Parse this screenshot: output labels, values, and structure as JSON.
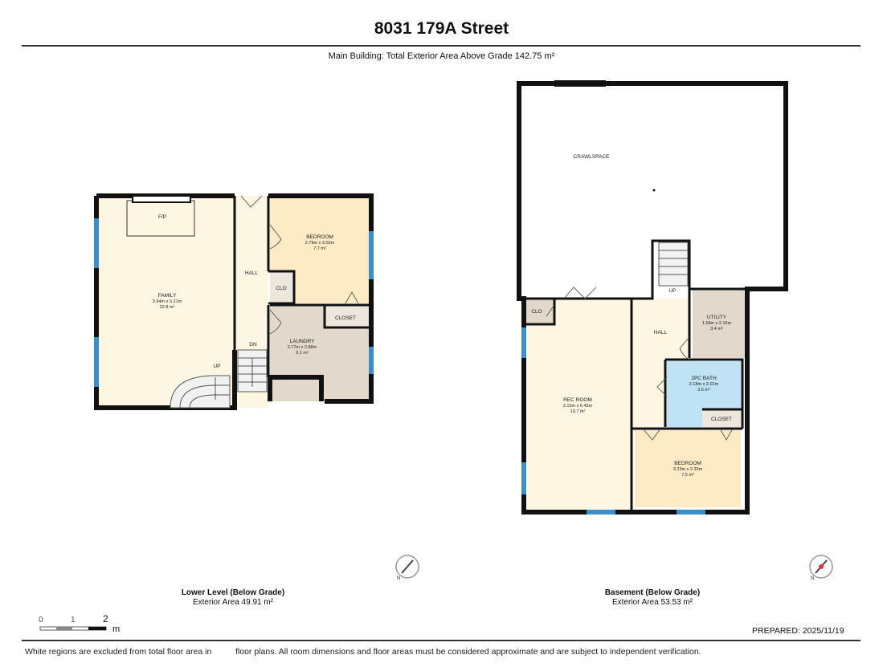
{
  "header": {
    "address": "8031 179A Street",
    "summary": "Main Building: Total Exterior Area Above Grade 142.75 m²"
  },
  "lower_level": {
    "name": "Lower Level (Below Grade)",
    "area": "Exterior Area 49.91 m²",
    "rooms": {
      "family": {
        "name": "FAMILY",
        "dims": "3.94m x 6.21m",
        "area": "22.8 m²"
      },
      "bedroom": {
        "name": "BEDROOM",
        "dims": "2.79m x 3.03m",
        "area": "7.7 m²"
      },
      "laundry": {
        "name": "LAUNDRY",
        "dims": "2.77m x 2.88m",
        "area": "6.1 m²"
      },
      "hall": {
        "name": "HALL"
      },
      "clo": {
        "name": "CLO"
      },
      "closet": {
        "name": "CLOSET"
      },
      "fp": {
        "name": "F/P"
      },
      "dn": {
        "name": "DN"
      },
      "up": {
        "name": "UP"
      }
    }
  },
  "basement": {
    "name": "Basement (Below Grade)",
    "area": "Exterior Area 53.53 m²",
    "rooms": {
      "crawlspace": {
        "name": "CRAWLSPACE"
      },
      "utility": {
        "name": "UTILITY",
        "dims": "1.58m x 2.15m",
        "area": "3.4 m²"
      },
      "bath": {
        "name": "2PC BATH",
        "dims": "2.18m x 2.02m",
        "area": "3.6 m²"
      },
      "rec": {
        "name": "REC ROOM",
        "dims": "3.15m x 6.45m",
        "area": "19.7 m²"
      },
      "bedroom": {
        "name": "BEDROOM",
        "dims": "3.23m x 2.33m",
        "area": "7.5 m²"
      },
      "hall": {
        "name": "HALL"
      },
      "clo": {
        "name": "CLO"
      },
      "closet": {
        "name": "CLOSET"
      },
      "up": {
        "name": "UP"
      }
    }
  },
  "scale": {
    "ticks": [
      "0",
      "1",
      "2"
    ],
    "unit": "m"
  },
  "footer": {
    "prepared": "PREPARED: 2025/11/19",
    "disclaimer_left": "White regions are excluded from total floor area in",
    "disclaimer_right": "floor plans. All room dimensions and floor areas must be considered approximate and are subject to independent verification."
  },
  "colors": {
    "family": "#fdf6e3",
    "bedroom": "#fcebc4",
    "laundry": "#e2d9cc",
    "bath": "#bfe3f5",
    "window": "#3b8fc6"
  }
}
